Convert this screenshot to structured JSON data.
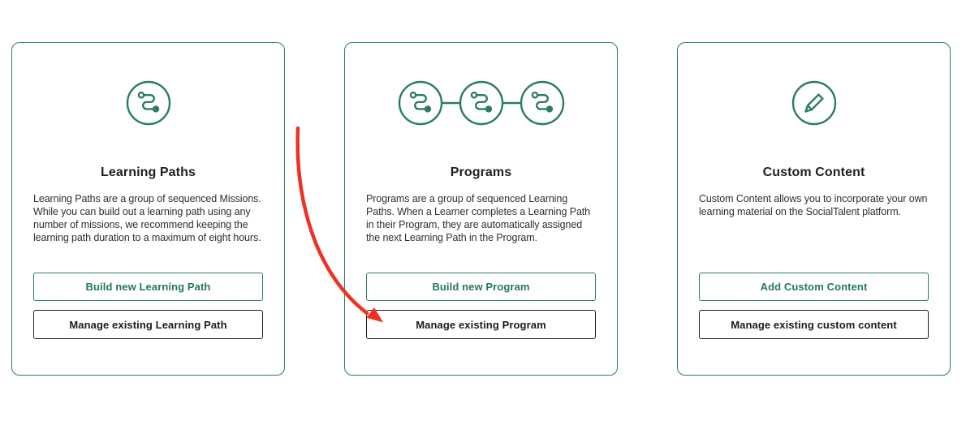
{
  "colors": {
    "brand_green": "#2A7E5E",
    "primary_button_text_green": "#23795A",
    "dark_text": "#212121",
    "body_text": "#2F2F2F",
    "arrow_red": "#EE3124",
    "card_background": "#FFFFFF"
  },
  "cards": [
    {
      "title": "Learning Paths",
      "description": "Learning Paths are a group of sequenced Missions. While you can build out a learning path using any number of missions, we recommend keeping the learning path duration to a maximum of eight hours.",
      "primary_button": "Build new Learning Path",
      "secondary_button": "Manage existing Learning Path",
      "icon": "learning-path-route-icon"
    },
    {
      "title": "Programs",
      "description": "Programs are a group of sequenced Learning Paths. When a Learner completes a Learning Path in their Program, they are automatically assigned the next Learning Path in the Program.",
      "primary_button": "Build new Program",
      "secondary_button": "Manage existing Program",
      "icon": "program-linked-routes-icon"
    },
    {
      "title": "Custom Content",
      "description": "Custom Content allows you to incorporate your own learning material on the SocialTalent platform.",
      "primary_button": "Add Custom Content",
      "secondary_button": "Manage existing custom content",
      "icon": "pencil-icon"
    }
  ],
  "annotation": {
    "type": "curved-arrow",
    "color": "#EE3124",
    "points_to": "Manage existing Program"
  }
}
